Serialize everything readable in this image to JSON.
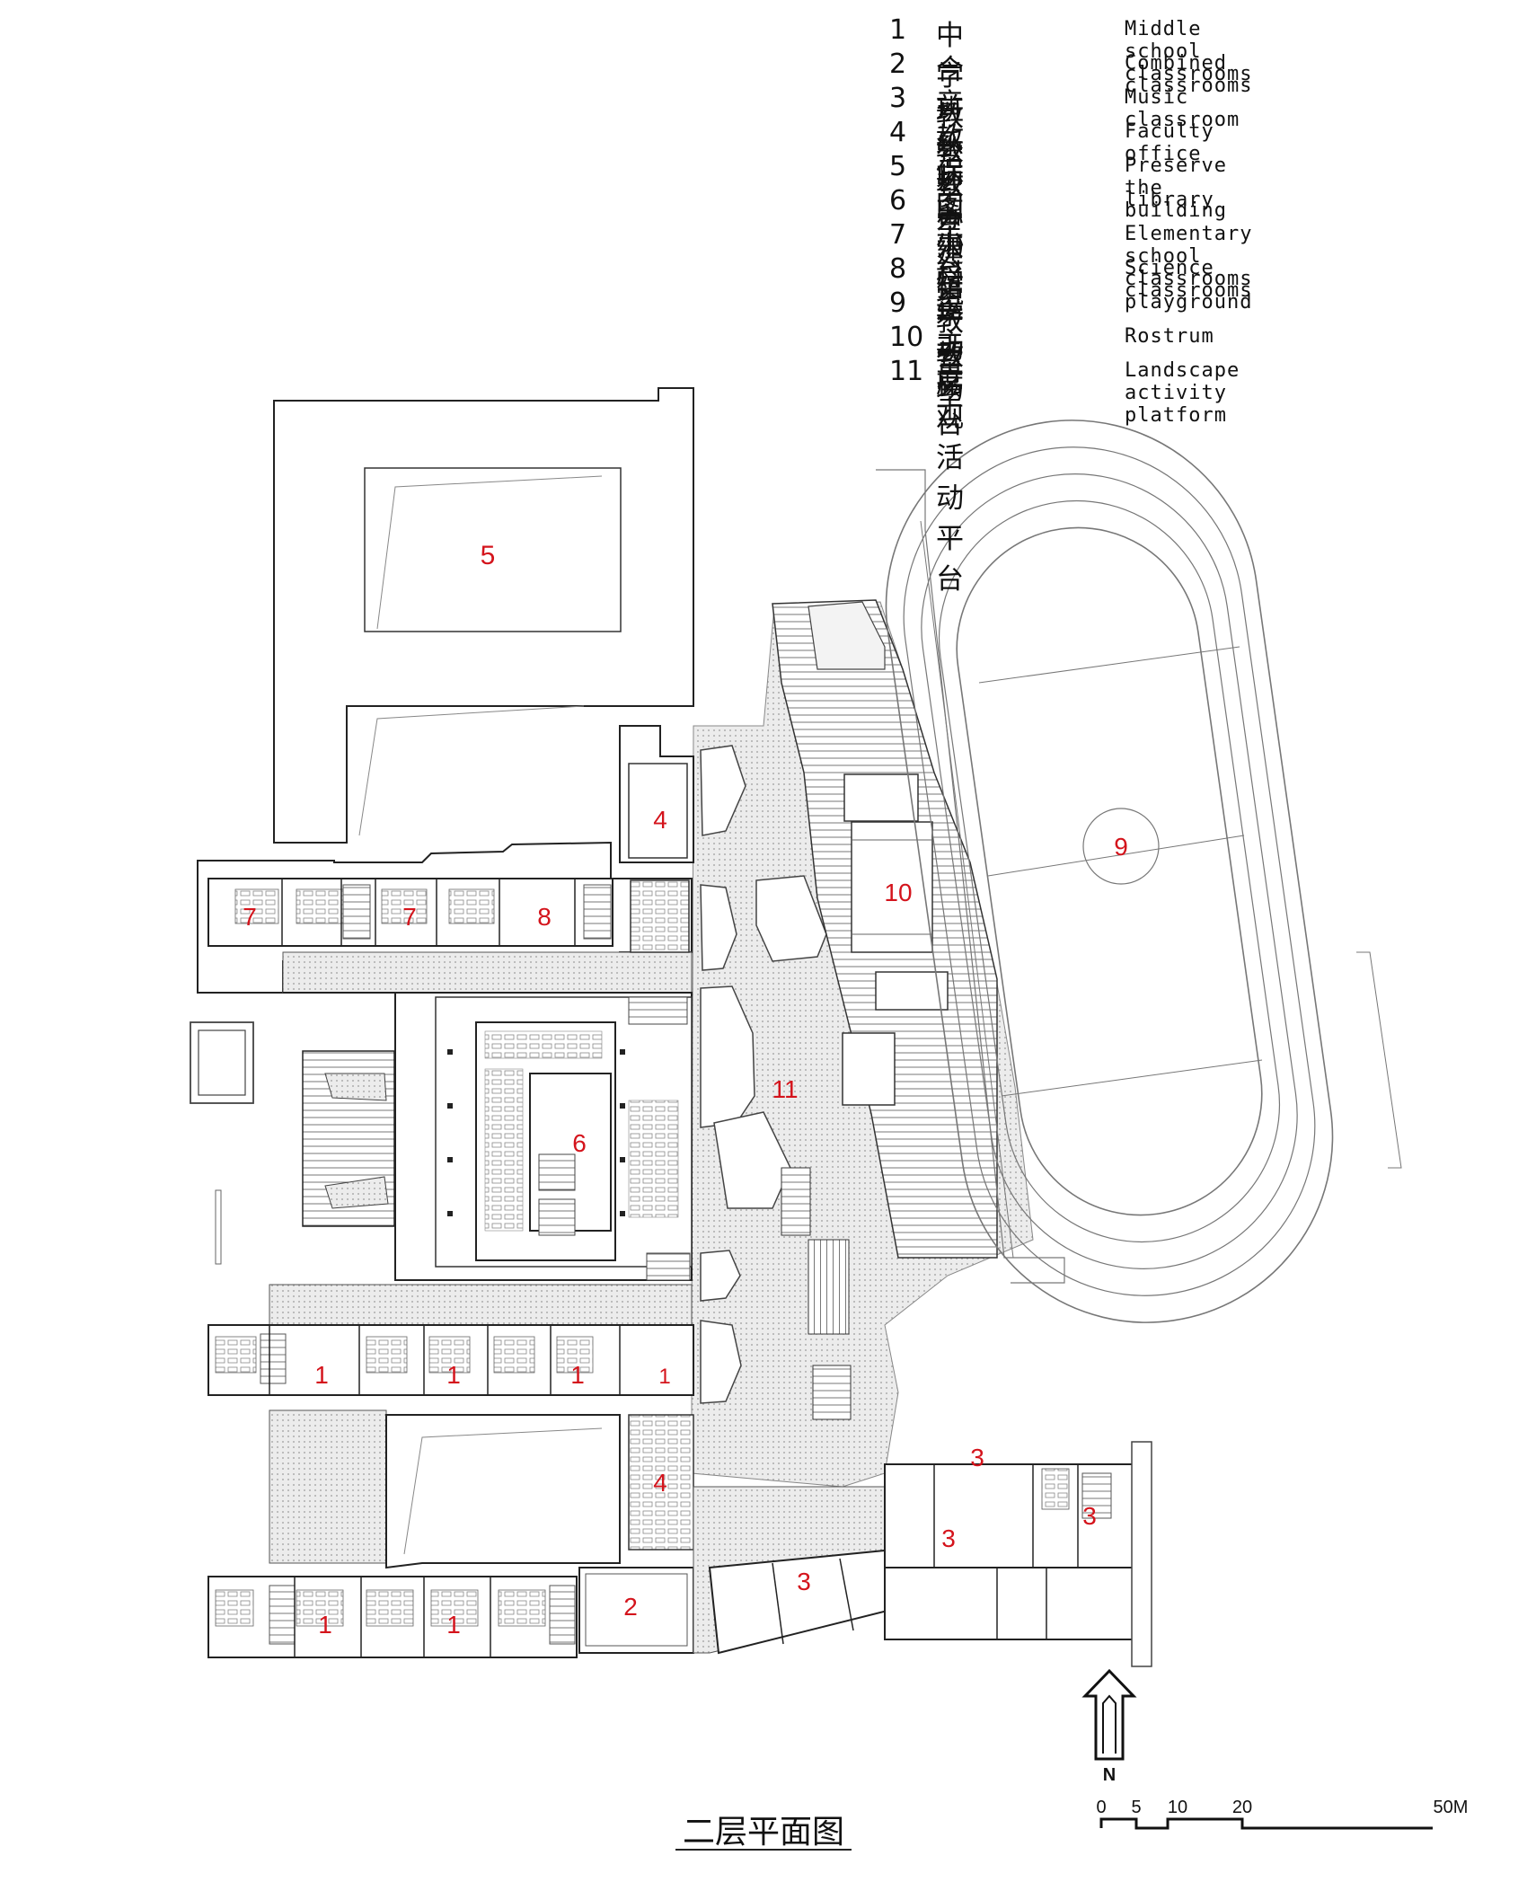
{
  "legend": [
    {
      "num": "1",
      "zh": "中学教室",
      "en": "Middle school classrooms"
    },
    {
      "num": "2",
      "zh": "合班教室",
      "en": "Combined classrooms"
    },
    {
      "num": "3",
      "zh": "音乐教室",
      "en": "Music classroom"
    },
    {
      "num": "4",
      "zh": "教师办公室",
      "en": "Faculty office"
    },
    {
      "num": "5",
      "zh": "保留建筑",
      "en": "Preserve the building"
    },
    {
      "num": "6",
      "zh": "图书馆",
      "en": "library"
    },
    {
      "num": "7",
      "zh": "小学教室",
      "en": "Elementary school classrooms"
    },
    {
      "num": "8",
      "zh": "科学教室",
      "en": "Science classrooms"
    },
    {
      "num": "9",
      "zh": "运动场",
      "en": "playground"
    },
    {
      "num": "10",
      "zh": "主席台",
      "en": "Rostrum"
    },
    {
      "num": "11",
      "zh": "景观活动平台",
      "en": "Landscape activity platform"
    }
  ],
  "labels": {
    "preserved": "5",
    "faculty_north": "4",
    "elementary_a": "7",
    "elementary_b": "7",
    "science": "8",
    "rostrum": "10",
    "playground": "9",
    "platform": "11",
    "library": "6",
    "middle_a": "1",
    "middle_b": "1",
    "middle_c": "1",
    "middle_d": "1",
    "middle_e": "1",
    "middle_f": "1",
    "faculty_south": "4",
    "combined": "2",
    "music_a": "3",
    "music_b": "3",
    "music_c": "3",
    "music_d": "3"
  },
  "scale_bar": {
    "t0": "0",
    "t5": "5",
    "t10": "10",
    "t20": "20",
    "t50": "50M"
  },
  "north_letter": "N",
  "title": "二层平面图",
  "colors": {
    "label_red": "#d4141c",
    "paving": "#e9e9e9",
    "line": "#222222"
  }
}
